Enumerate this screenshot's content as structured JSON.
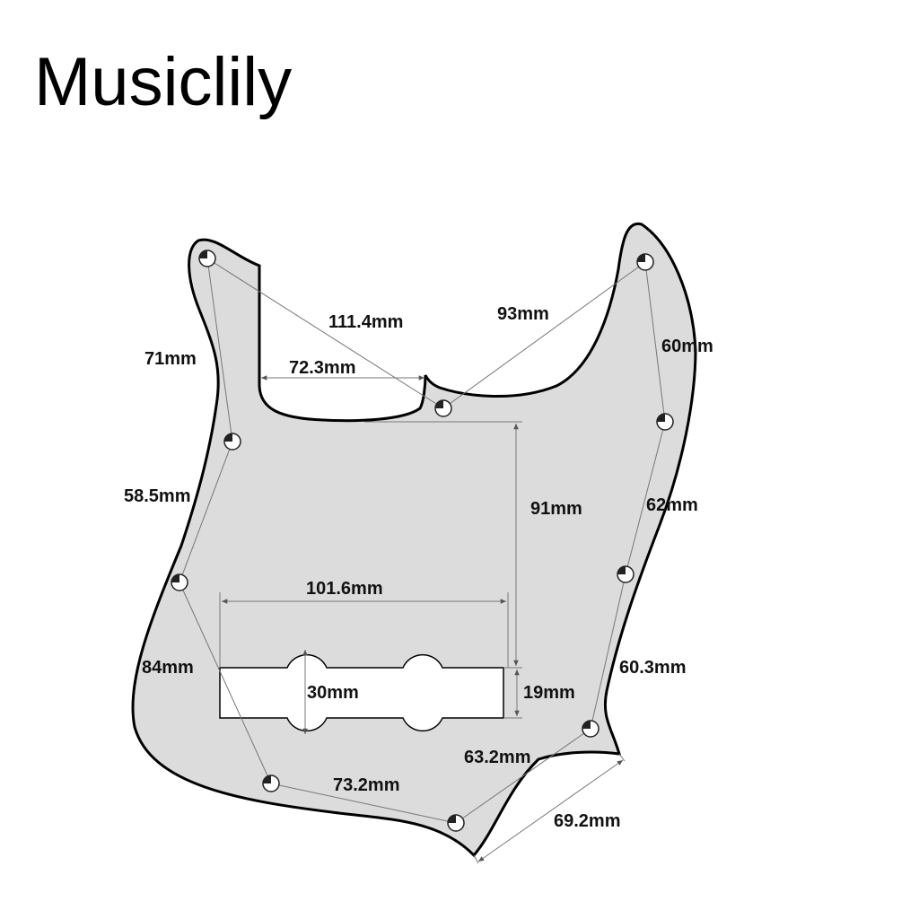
{
  "brand": {
    "name": "Musiclily"
  },
  "colors": {
    "pickguard_fill": "#dcdcdc",
    "outline": "#000000",
    "cutout_fill": "#ffffff",
    "dimension_line": "#777777",
    "label_text": "#111111"
  },
  "diagram": {
    "screw_holes": 10,
    "dimensions": [
      {
        "id": "hole-1-to-hole-3",
        "label": "111.4mm"
      },
      {
        "id": "neck-pocket-width",
        "label": "72.3mm"
      },
      {
        "id": "hole-3-to-hole-6",
        "label": "93mm"
      },
      {
        "id": "hole-1-to-hole-2",
        "label": "71mm"
      },
      {
        "id": "hole-6-to-hole-7",
        "label": "60mm"
      },
      {
        "id": "hole-3-to-pickup-top",
        "label": "91mm"
      },
      {
        "id": "hole-2-to-hole-4",
        "label": "58.5mm"
      },
      {
        "id": "hole-7-to-hole-8",
        "label": "62mm"
      },
      {
        "id": "pickup-length",
        "label": "101.6mm"
      },
      {
        "id": "hole-4-to-hole-5",
        "label": "84mm"
      },
      {
        "id": "pickup-lobe-height",
        "label": "30mm"
      },
      {
        "id": "pickup-height",
        "label": "19mm"
      },
      {
        "id": "hole-8-to-hole-9",
        "label": "60.3mm"
      },
      {
        "id": "hole-9-to-hole-10",
        "label": "63.2mm"
      },
      {
        "id": "hole-5-to-hole-10",
        "label": "73.2mm"
      },
      {
        "id": "bottom-edge",
        "label": "69.2mm"
      }
    ]
  }
}
